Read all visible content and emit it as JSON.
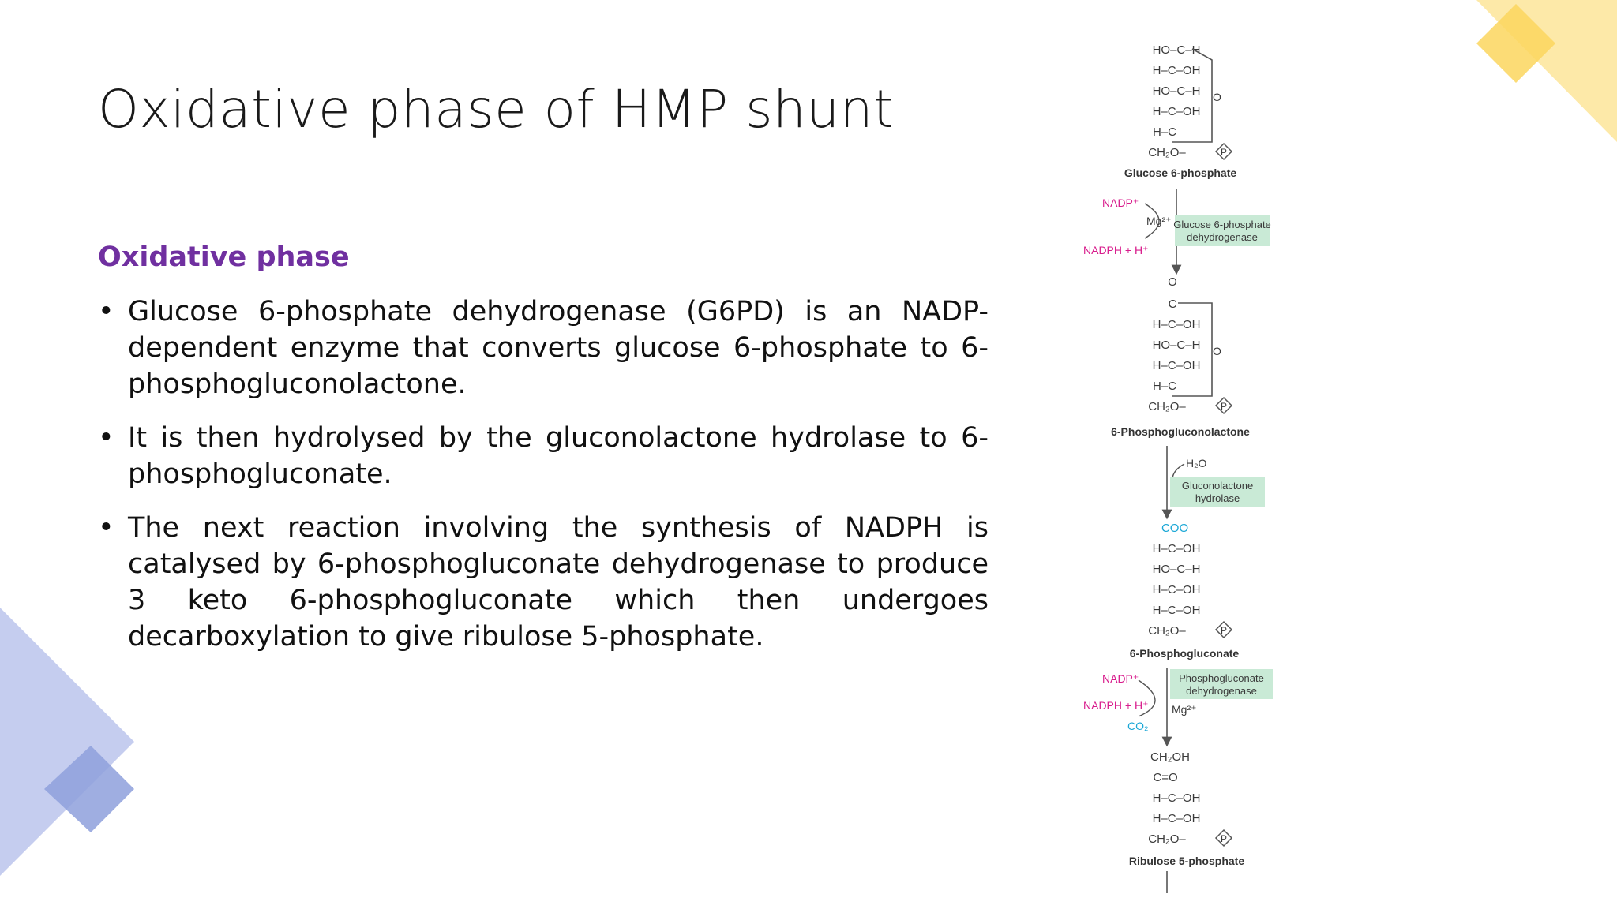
{
  "slide": {
    "title": "Oxidative phase of HMP shunt",
    "section_heading": "Oxidative phase",
    "bullets": [
      "Glucose 6-phosphate dehydrogenase (G6PD) is an NADP-dependent enzyme that converts glucose 6-phosphate to 6-phosphogluconolactone.",
      "It is then hydrolysed by the gluconolactone hydrolase to 6-phosphogluconate.",
      "The next reaction involving the synthesis of NADPH is catalysed by 6-phosphogluconate dehydrogenase to produce 3 keto 6-phosphogluconate which then undergoes decarboxylation to give ribulose 5-phosphate."
    ],
    "bullet_glyph": "•"
  },
  "pathway": {
    "glucose6p": {
      "rows": [
        "HO–C–H",
        "H–C–OH",
        "HO–C–H",
        "H–C–OH",
        "H–C",
        "CH₂O–"
      ],
      "ring_o": "O",
      "label": "Glucose 6-phosphate"
    },
    "step1": {
      "cofactor_in": "NADP⁺",
      "metal": "Mg²⁺",
      "cofactor_out": "NADPH + H⁺",
      "enzyme_line1": "Glucose 6-phosphate",
      "enzyme_line2": "dehydrogenase"
    },
    "lactone": {
      "top_o": "O",
      "top_c": "C",
      "rows": [
        "H–C–OH",
        "HO–C–H",
        "H–C–OH",
        "H–C",
        "CH₂O–"
      ],
      "ring_o": "O",
      "label": "6-Phosphogluconolactone"
    },
    "step2": {
      "water": "H₂O",
      "enzyme_line1": "Gluconolactone",
      "enzyme_line2": "hydrolase"
    },
    "gluconate": {
      "carboxyl": "COO⁻",
      "rows": [
        "H–C–OH",
        "HO–C–H",
        "H–C–OH",
        "H–C–OH",
        "CH₂O–"
      ],
      "label": "6-Phosphogluconate"
    },
    "step3": {
      "cofactor_in": "NADP⁺",
      "cofactor_out": "NADPH + H⁺",
      "co2": "CO₂",
      "metal": "Mg²⁺",
      "enzyme_line1": "Phosphogluconate",
      "enzyme_line2": "dehydrogenase"
    },
    "ribulose5p": {
      "rows": [
        "CH₂OH",
        "C=O",
        "H–C–OH",
        "H–C–OH",
        "CH₂O–"
      ],
      "label": "Ribulose 5-phosphate"
    },
    "phosphate_symbol": "P",
    "colors": {
      "nadp": "#d81b8c",
      "co2": "#1aa7d6",
      "enzyme_box": "#c9ead6",
      "text": "#3a3a3a"
    }
  },
  "decor": {
    "left_triangle_color": "#c5cdef",
    "left_diamond_color": "#8ea0dc",
    "right_triangle_color": "#fde9a8",
    "right_diamond_color": "#fbd65e"
  }
}
